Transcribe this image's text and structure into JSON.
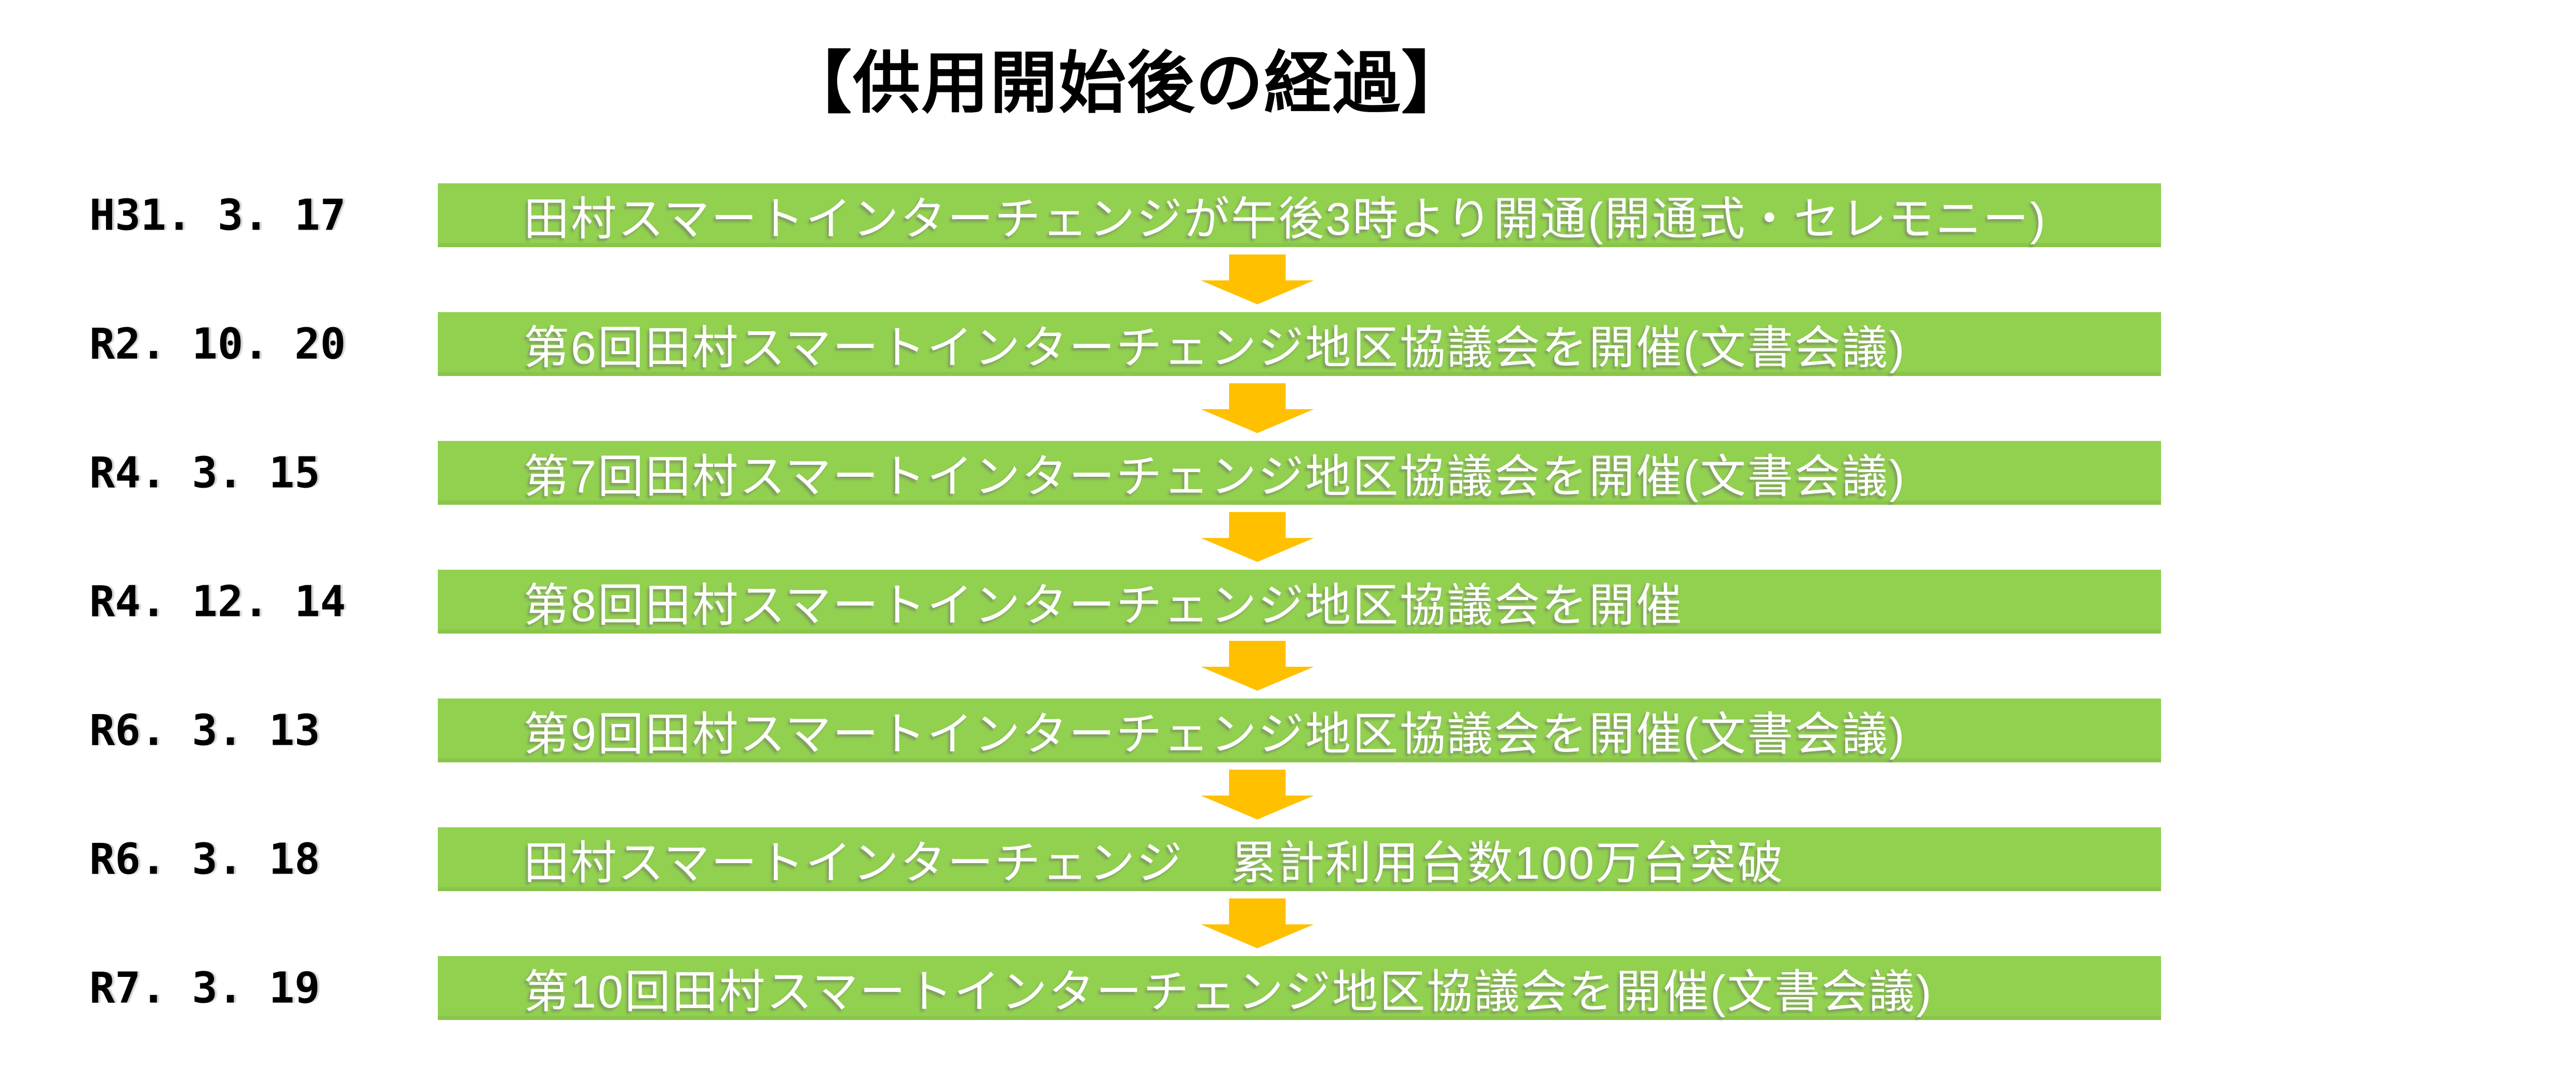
{
  "title": "【供用開始後の経過】",
  "colors": {
    "bar": "#92D050",
    "arrow": "#FFC000",
    "bar_text": "#FFFFFF",
    "label_text": "#000000"
  },
  "icons": {
    "between_rows": "down-arrow"
  },
  "timeline": {
    "rows": [
      {
        "date": "H31. 3. 17",
        "event": "田村スマートインターチェンジが午後3時より開通(開通式・セレモニー)"
      },
      {
        "date": "R2. 10. 20",
        "event": "第6回田村スマートインターチェンジ地区協議会を開催(文書会議)"
      },
      {
        "date": "R4. 3. 15",
        "event": "第7回田村スマートインターチェンジ地区協議会を開催(文書会議)"
      },
      {
        "date": "R4. 12. 14",
        "event": "第8回田村スマートインターチェンジ地区協議会を開催"
      },
      {
        "date": "R6. 3. 13",
        "event": "第9回田村スマートインターチェンジ地区協議会を開催(文書会議)"
      },
      {
        "date": "R6. 3. 18",
        "event": "田村スマートインターチェンジ　累計利用台数100万台突破"
      },
      {
        "date": "R7. 3. 19",
        "event": "第10回田村スマートインターチェンジ地区協議会を開催(文書会議)"
      }
    ]
  }
}
